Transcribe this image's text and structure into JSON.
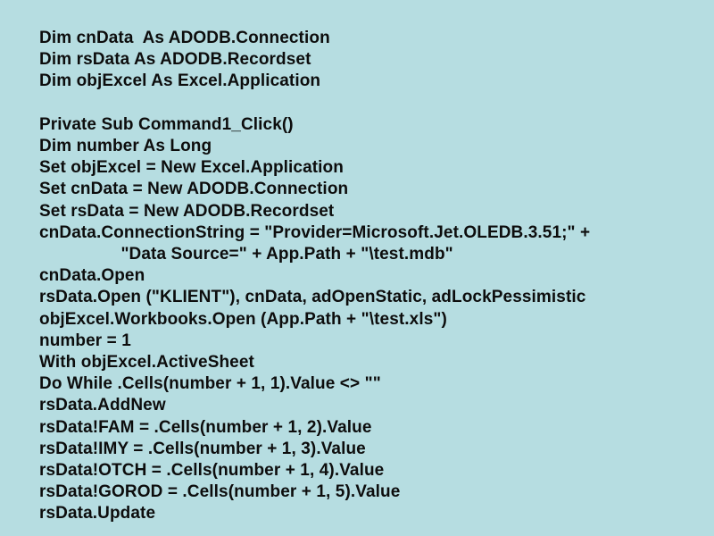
{
  "slide": {
    "background_color": "#b6dde1",
    "text_color": "#0d0d0d",
    "content_type": "visual-basic-code",
    "code_lines": [
      "Dim cnData  As ADODB.Connection",
      "Dim rsData As ADODB.Recordset",
      "Dim objExcel As Excel.Application",
      "",
      "Private Sub Command1_Click()",
      "Dim number As Long",
      "Set objExcel = New Excel.Application",
      "Set cnData = New ADODB.Connection",
      "Set rsData = New ADODB.Recordset",
      "cnData.ConnectionString = \"Provider=Microsoft.Jet.OLEDB.3.51;\" +",
      "                 \"Data Source=\" + App.Path + \"\\test.mdb\"",
      "cnData.Open",
      "rsData.Open (\"KLIENT\"), cnData, adOpenStatic, adLockPessimistic",
      "objExcel.Workbooks.Open (App.Path + \"\\test.xls\")",
      "number = 1",
      "With objExcel.ActiveSheet",
      "Do While .Cells(number + 1, 1).Value <> \"\"",
      "rsData.AddNew",
      "rsData!FAM = .Cells(number + 1, 2).Value",
      "rsData!IMY = .Cells(number + 1, 3).Value",
      "rsData!OTCH = .Cells(number + 1, 4).Value",
      "rsData!GOROD = .Cells(number + 1, 5).Value",
      "rsData.Update"
    ]
  }
}
